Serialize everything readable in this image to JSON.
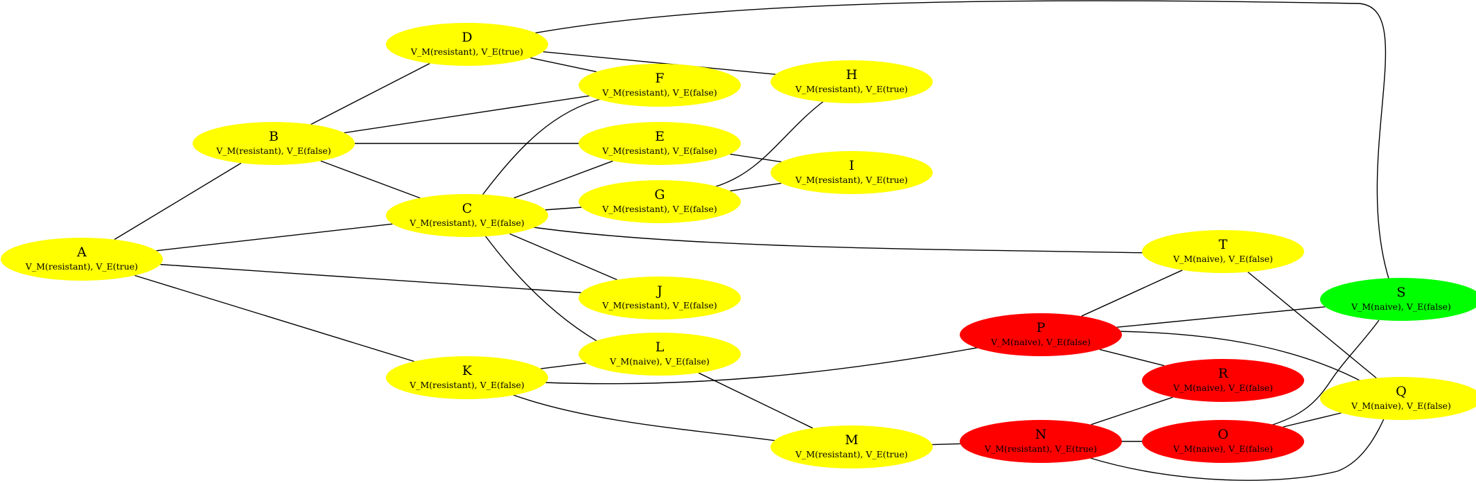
{
  "colors": {
    "yellow": "#ffff00",
    "red": "#ff0000",
    "green": "#00ff00",
    "edge": "#000000",
    "background": "#ffffff"
  },
  "nodes": [
    {
      "id": "A",
      "label": "A",
      "sub": "V_M(resistant), V_E(true)",
      "color": "yellow"
    },
    {
      "id": "B",
      "label": "B",
      "sub": "V_M(resistant), V_E(false)",
      "color": "yellow"
    },
    {
      "id": "C",
      "label": "C",
      "sub": "V_M(resistant), V_E(false)",
      "color": "yellow"
    },
    {
      "id": "D",
      "label": "D",
      "sub": "V_M(resistant), V_E(true)",
      "color": "yellow"
    },
    {
      "id": "E",
      "label": "E",
      "sub": "V_M(resistant), V_E(false)",
      "color": "yellow"
    },
    {
      "id": "F",
      "label": "F",
      "sub": "V_M(resistant), V_E(false)",
      "color": "yellow"
    },
    {
      "id": "G",
      "label": "G",
      "sub": "V_M(resistant), V_E(false)",
      "color": "yellow"
    },
    {
      "id": "H",
      "label": "H",
      "sub": "V_M(resistant), V_E(true)",
      "color": "yellow"
    },
    {
      "id": "I",
      "label": "I",
      "sub": "V_M(resistant), V_E(true)",
      "color": "yellow"
    },
    {
      "id": "J",
      "label": "J",
      "sub": "V_M(resistant), V_E(false)",
      "color": "yellow"
    },
    {
      "id": "K",
      "label": "K",
      "sub": "V_M(resistant), V_E(false)",
      "color": "yellow"
    },
    {
      "id": "L",
      "label": "L",
      "sub": "V_M(naive), V_E(false)",
      "color": "yellow"
    },
    {
      "id": "M",
      "label": "M",
      "sub": "V_M(resistant), V_E(true)",
      "color": "yellow"
    },
    {
      "id": "N",
      "label": "N",
      "sub": "V_M(resistant), V_E(true)",
      "color": "red"
    },
    {
      "id": "O",
      "label": "O",
      "sub": "V_M(naive), V_E(false)",
      "color": "red"
    },
    {
      "id": "P",
      "label": "P",
      "sub": "V_M(naive), V_E(false)",
      "color": "red"
    },
    {
      "id": "Q",
      "label": "Q",
      "sub": "V_M(naive), V_E(false)",
      "color": "yellow"
    },
    {
      "id": "R",
      "label": "R",
      "sub": "V_M(naive), V_E(false)",
      "color": "red"
    },
    {
      "id": "S",
      "label": "S",
      "sub": "V_M(naive), V_E(false)",
      "color": "green"
    },
    {
      "id": "T",
      "label": "T",
      "sub": "V_M(naive), V_E(false)",
      "color": "yellow"
    }
  ],
  "edges": [
    [
      "A",
      "B"
    ],
    [
      "A",
      "C"
    ],
    [
      "A",
      "J"
    ],
    [
      "A",
      "K"
    ],
    [
      "B",
      "D"
    ],
    [
      "B",
      "F"
    ],
    [
      "B",
      "E"
    ],
    [
      "B",
      "C"
    ],
    [
      "D",
      "F"
    ],
    [
      "D",
      "H"
    ],
    [
      "D",
      "S"
    ],
    [
      "C",
      "F"
    ],
    [
      "C",
      "E"
    ],
    [
      "C",
      "G"
    ],
    [
      "C",
      "J"
    ],
    [
      "C",
      "L"
    ],
    [
      "C",
      "T"
    ],
    [
      "E",
      "I"
    ],
    [
      "G",
      "H"
    ],
    [
      "G",
      "I"
    ],
    [
      "K",
      "L"
    ],
    [
      "K",
      "P"
    ],
    [
      "K",
      "M"
    ],
    [
      "L",
      "M"
    ],
    [
      "M",
      "N"
    ],
    [
      "N",
      "R"
    ],
    [
      "N",
      "O"
    ],
    [
      "N",
      "Q"
    ],
    [
      "P",
      "T"
    ],
    [
      "P",
      "S"
    ],
    [
      "P",
      "Q"
    ],
    [
      "P",
      "R"
    ],
    [
      "O",
      "S"
    ],
    [
      "O",
      "Q"
    ],
    [
      "T",
      "Q"
    ]
  ]
}
